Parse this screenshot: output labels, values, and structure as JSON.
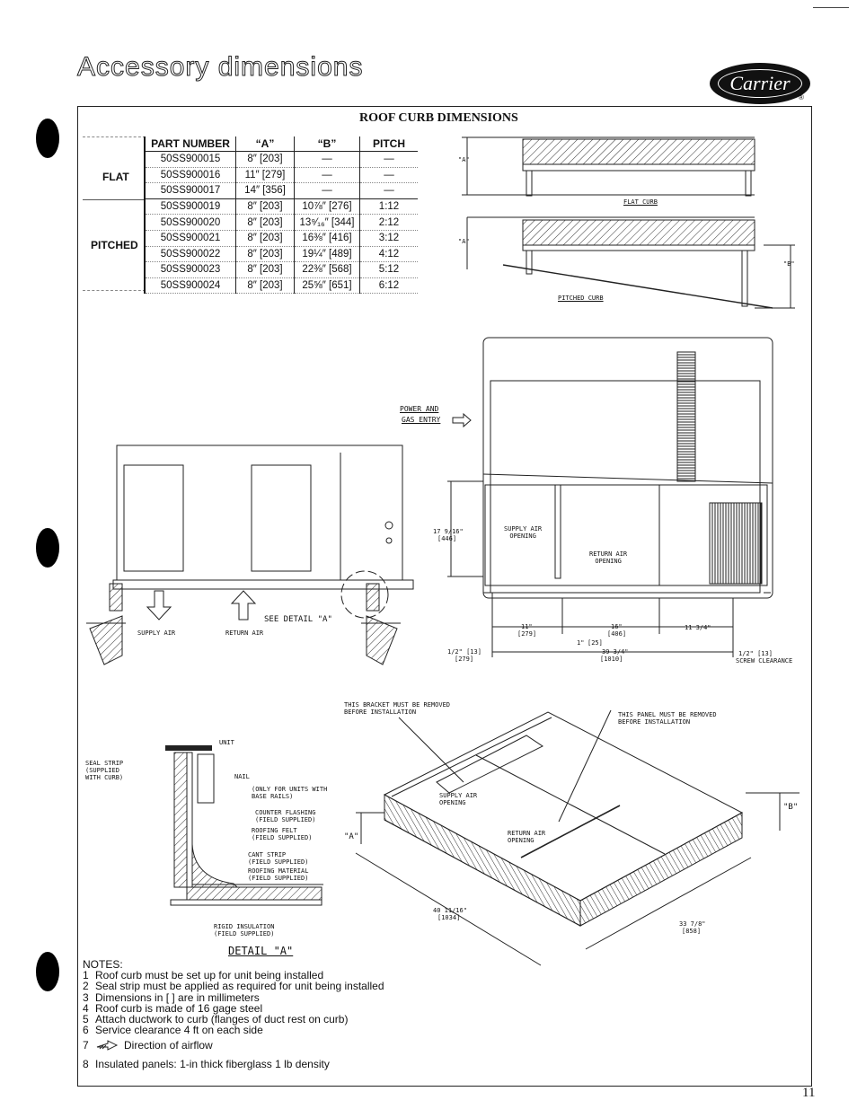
{
  "header": {
    "title": "Accessory dimensions",
    "logo_text": "Carrier",
    "logo_mark": "®"
  },
  "table": {
    "title": "ROOF CURB DIMENSIONS",
    "columns": [
      "PART NUMBER",
      "“A”",
      "“B”",
      "PITCH"
    ],
    "groups": [
      {
        "label": "FLAT",
        "rows": [
          [
            "50SS900015",
            "8″ [203]",
            "—",
            "—"
          ],
          [
            "50SS900016",
            "11″ [279]",
            "—",
            "—"
          ],
          [
            "50SS900017",
            "14″ [356]",
            "—",
            "—"
          ]
        ]
      },
      {
        "label": "PITCHED",
        "rows": [
          [
            "50SS900019",
            "8″ [203]",
            "10⅞″ [276]",
            "1:12"
          ],
          [
            "50SS900020",
            "8″ [203]",
            "13⁹⁄₁₆″ [344]",
            "2:12"
          ],
          [
            "50SS900021",
            "8″ [203]",
            "16⅜″ [416]",
            "3:12"
          ],
          [
            "50SS900022",
            "8″ [203]",
            "19¼″ [489]",
            "4:12"
          ],
          [
            "50SS900023",
            "8″ [203]",
            "22⅜″ [568]",
            "5:12"
          ],
          [
            "50SS900024",
            "8″ [203]",
            "25⅝″ [651]",
            "6:12"
          ]
        ]
      }
    ]
  },
  "curb_diagrams": {
    "flat_label": "FLAT CURB",
    "pitched_label": "PITCHED CURB",
    "a_label": "\"A\"",
    "b_label": "\"B\""
  },
  "unit_view": {
    "supply_air": "SUPPLY AIR",
    "return_air": "RETURN AIR",
    "see_detail": "SEE DETAIL \"A\""
  },
  "plan_view": {
    "power_line1": "POWER AND",
    "power_line2": "GAS ENTRY",
    "height_line1": "17 9/16\"",
    "height_line2": "[446]",
    "supply_line1": "SUPPLY AIR",
    "supply_line2": "OPENING",
    "return_line1": "RETURN AIR",
    "return_line2": "OPENING",
    "dim_11": "11\"",
    "dim_11_mm": "[279]",
    "dim_16": "16\"",
    "dim_16_mm": "[406]",
    "dim_1": "1\"",
    "dim_1_mm": "[25]",
    "dim_11_34": "11 3/4\"",
    "dim_half_left": "1/2\" [13]",
    "dim_half_left_mm": "[279]",
    "dim_39": "39 3/4\"",
    "dim_39_mm": "[1010]",
    "dim_half_right": "1/2\" [13]",
    "screw_clearance": "SCREW CLEARANCE"
  },
  "detail_a": {
    "title": "DETAIL \"A\"",
    "unit": "UNIT",
    "seal_line1": "SEAL STRIP",
    "seal_line2": "(SUPPLIED",
    "seal_line3": "WITH CURB)",
    "nail": "NAIL",
    "base_line1": "(ONLY FOR UNITS WITH",
    "base_line2": "BASE RAILS)",
    "counter_line1": "COUNTER FLASHING",
    "counter_line2": "(FIELD SUPPLIED)",
    "felt_line1": "ROOFING FELT",
    "felt_line2": "(FIELD SUPPLIED)",
    "cant_line1": "CANT STRIP",
    "cant_line2": "(FIELD SUPPLIED)",
    "roofing_line1": "ROOFING MATERIAL",
    "roofing_line2": "(FIELD SUPPLIED)",
    "rigid_line1": "RIGID INSULATION",
    "rigid_line2": "(FIELD SUPPLIED)"
  },
  "iso_view": {
    "bracket_line1": "THIS BRACKET MUST BE REMOVED",
    "bracket_line2": "BEFORE INSTALLATION",
    "panel_line1": "THIS PANEL MUST BE REMOVED",
    "panel_line2": "BEFORE INSTALLATION",
    "supply_line1": "SUPPLY AIR",
    "supply_line2": "OPENING",
    "return_line1": "RETURN AIR",
    "return_line2": "OPENING",
    "a_label": "\"A\"",
    "b_label": "\"B\"",
    "dim_40": "40 11/16\"",
    "dim_40_mm": "[1034]",
    "dim_33": "33 7/8\"",
    "dim_33_mm": "[858]"
  },
  "notes": {
    "heading": "NOTES:",
    "items": [
      {
        "num": "1",
        "text": "Roof curb must be set up for unit being installed"
      },
      {
        "num": "2",
        "text": "Seal strip must be applied as required for unit being installed"
      },
      {
        "num": "3",
        "text": "Dimensions in [   ] are in millimeters"
      },
      {
        "num": "4",
        "text": "Roof curb is made of 16 gage steel"
      },
      {
        "num": "5",
        "text": "Attach ductwork to curb (flanges of duct rest on curb)"
      },
      {
        "num": "6",
        "text": "Service clearance 4 ft on each side"
      },
      {
        "num": "7",
        "text": "Direction of airflow"
      },
      {
        "num": "8",
        "text": "Insulated panels: 1-in  thick fiberglass 1 lb density"
      }
    ]
  },
  "page_number": "11"
}
